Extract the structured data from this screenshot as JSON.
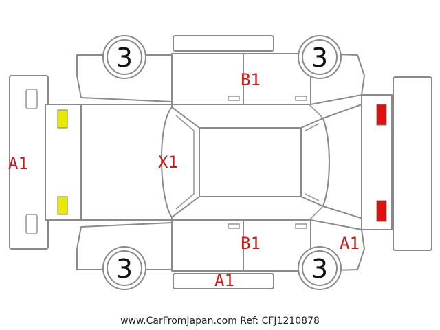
{
  "wheels": {
    "front_left": "3",
    "rear_left": "3",
    "front_right": "3",
    "rear_right": "3"
  },
  "damage_codes": {
    "rear_bumper": "A1",
    "roof": "X1",
    "left_doors": "B1",
    "right_doors": "B1",
    "front_right_quarter": "A1",
    "right_rocker": "A1"
  },
  "lamps": {
    "rear_color": "#e8e800",
    "front_color": "#e01010"
  },
  "footer": {
    "text": "www.CarFromJapan.com Ref: CFJ1210878"
  }
}
